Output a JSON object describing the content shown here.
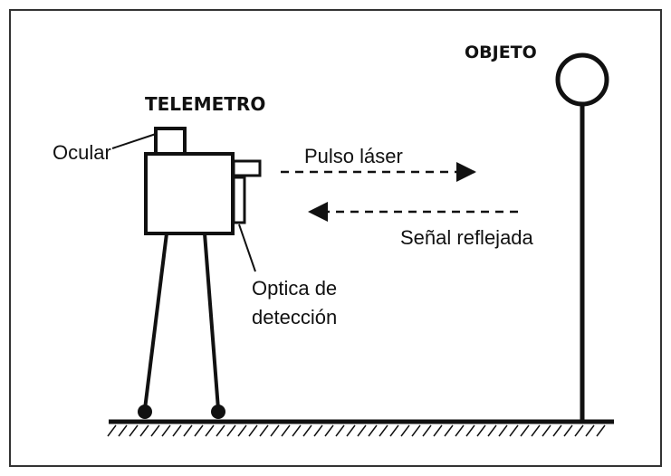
{
  "diagram": {
    "title_device": "TELEMETRO",
    "title_object": "OBJETO",
    "label_eyepiece": "Ocular",
    "label_pulse": "Pulso láser",
    "label_reflected": "Señal reflejada",
    "label_optics_line1": "Optica de",
    "label_optics_line2": "detección"
  },
  "colors": {
    "ink": "#111111",
    "background": "#ffffff",
    "frame": "#333333"
  }
}
